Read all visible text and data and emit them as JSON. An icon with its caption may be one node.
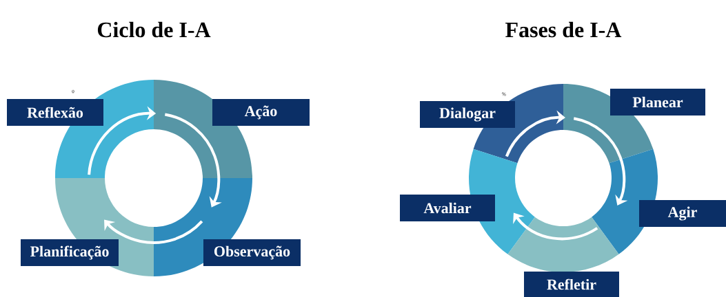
{
  "diagram": {
    "nodes": [
      {
        "text": [
          "Reflexão"
        ]
      },
      {
        "text": [
          "Ação"
        ]
      },
      {
        "text": [
          "Planificação"
        ]
      },
      {
        "text": [
          "Observação"
        ]
      },
      {
        "text": [
          "Dialogar"
        ]
      },
      {
        "text": [
          "Planear"
        ]
      },
      {
        "text": [
          "Avaliar"
        ]
      },
      {
        "text": [
          "Agir"
        ]
      },
      {
        "text": [
          "Refletir"
        ]
      }
    ],
    "edges": [
      {
        "from": 0,
        "to": 1,
        "arrow": "to"
      },
      {
        "from": 1,
        "to": 3,
        "arrow": "to"
      },
      {
        "from": 3,
        "to": 2,
        "arrow": "to"
      },
      {
        "from": 4,
        "to": 5,
        "arrow": "to"
      },
      {
        "from": 5,
        "to": 7,
        "arrow": "to"
      },
      {
        "from": 8,
        "to": 6,
        "arrow": "to"
      }
    ],
    "labels": [
      "Ciclo de I-A",
      "Fases de I-A",
      "0",
      "%"
    ]
  }
}
